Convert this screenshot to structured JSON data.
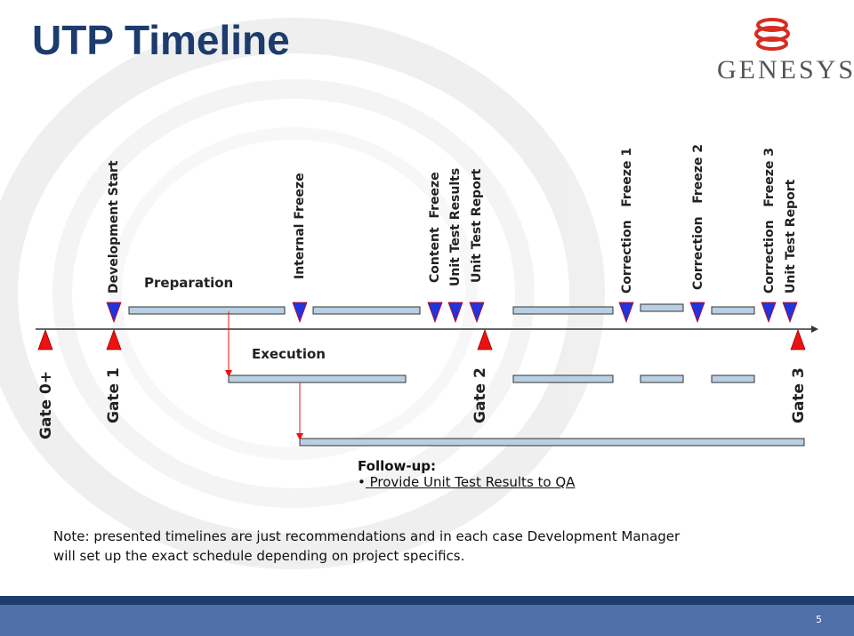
{
  "title": "UTP Timeline",
  "logo": {
    "text": "GENESYS",
    "mark": "®"
  },
  "top_labels": {
    "development_start": "Development Start",
    "internal_freeze": "Internal Freeze",
    "content_freeze": "Content  Freeze",
    "unit_test_results": "Unit Test Results",
    "unit_test_report_1": "Unit Test Report",
    "correction_freeze_1": "Correction   Freeze 1",
    "correction_freeze_2": "Correction   Freeze 2",
    "correction_freeze_3": "Correction   Freeze 3",
    "unit_test_report_2": "Unit Test Report"
  },
  "gates": {
    "gate0": "Gate 0+",
    "gate1": "Gate 1",
    "gate2": "Gate 2",
    "gate3": "Gate 3"
  },
  "phases": {
    "preparation": "Preparation",
    "execution": "Execution"
  },
  "followup": {
    "heading": "Follow-up:",
    "bullet": "•",
    "item": " Provide Unit Test Results to QA"
  },
  "note": "Note: presented timelines are just recommendations and in each case Development Manager will set up the exact schedule depending on project specifics.",
  "page_number": "5",
  "colors": {
    "title": "#1c3c6e",
    "bar_fill": "#b8cfe4",
    "blue_marker": "#2233dd",
    "red_marker": "#ee1111",
    "footer": "#4f6fa8"
  }
}
